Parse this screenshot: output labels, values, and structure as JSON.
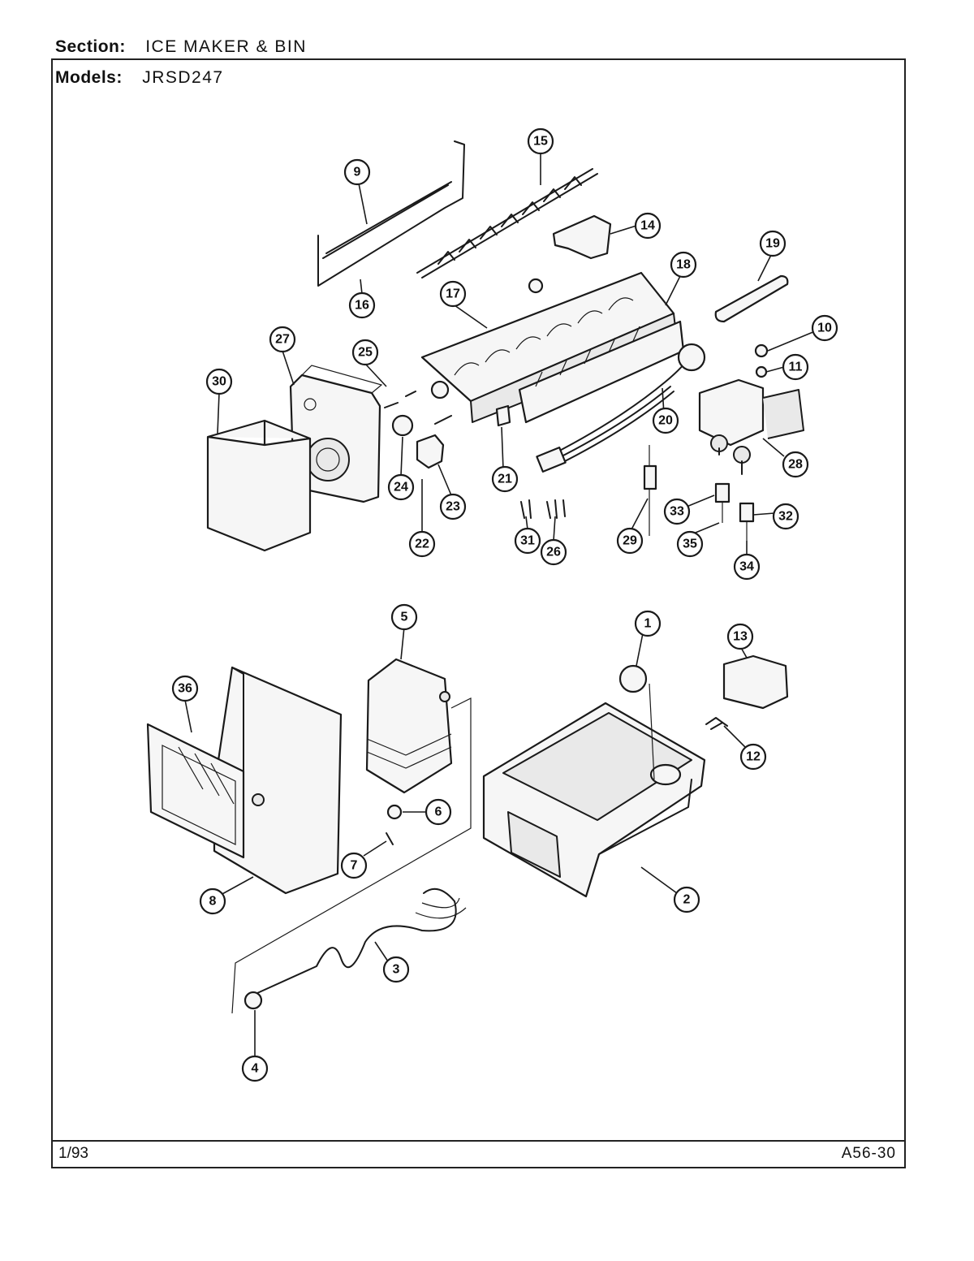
{
  "header": {
    "section_label": "Section:",
    "section_value": "ICE MAKER & BIN",
    "models_label": "Models:",
    "models_value": "JRSD247"
  },
  "footer": {
    "date": "1/93",
    "page_code": "A56-30"
  },
  "callouts": [
    "1",
    "2",
    "3",
    "4",
    "5",
    "6",
    "7",
    "8",
    "9",
    "10",
    "11",
    "12",
    "13",
    "14",
    "15",
    "16",
    "17",
    "18",
    "19",
    "20",
    "21",
    "22",
    "23",
    "24",
    "25",
    "26",
    "27",
    "28",
    "29",
    "30",
    "31",
    "32",
    "33",
    "34",
    "35",
    "36"
  ]
}
